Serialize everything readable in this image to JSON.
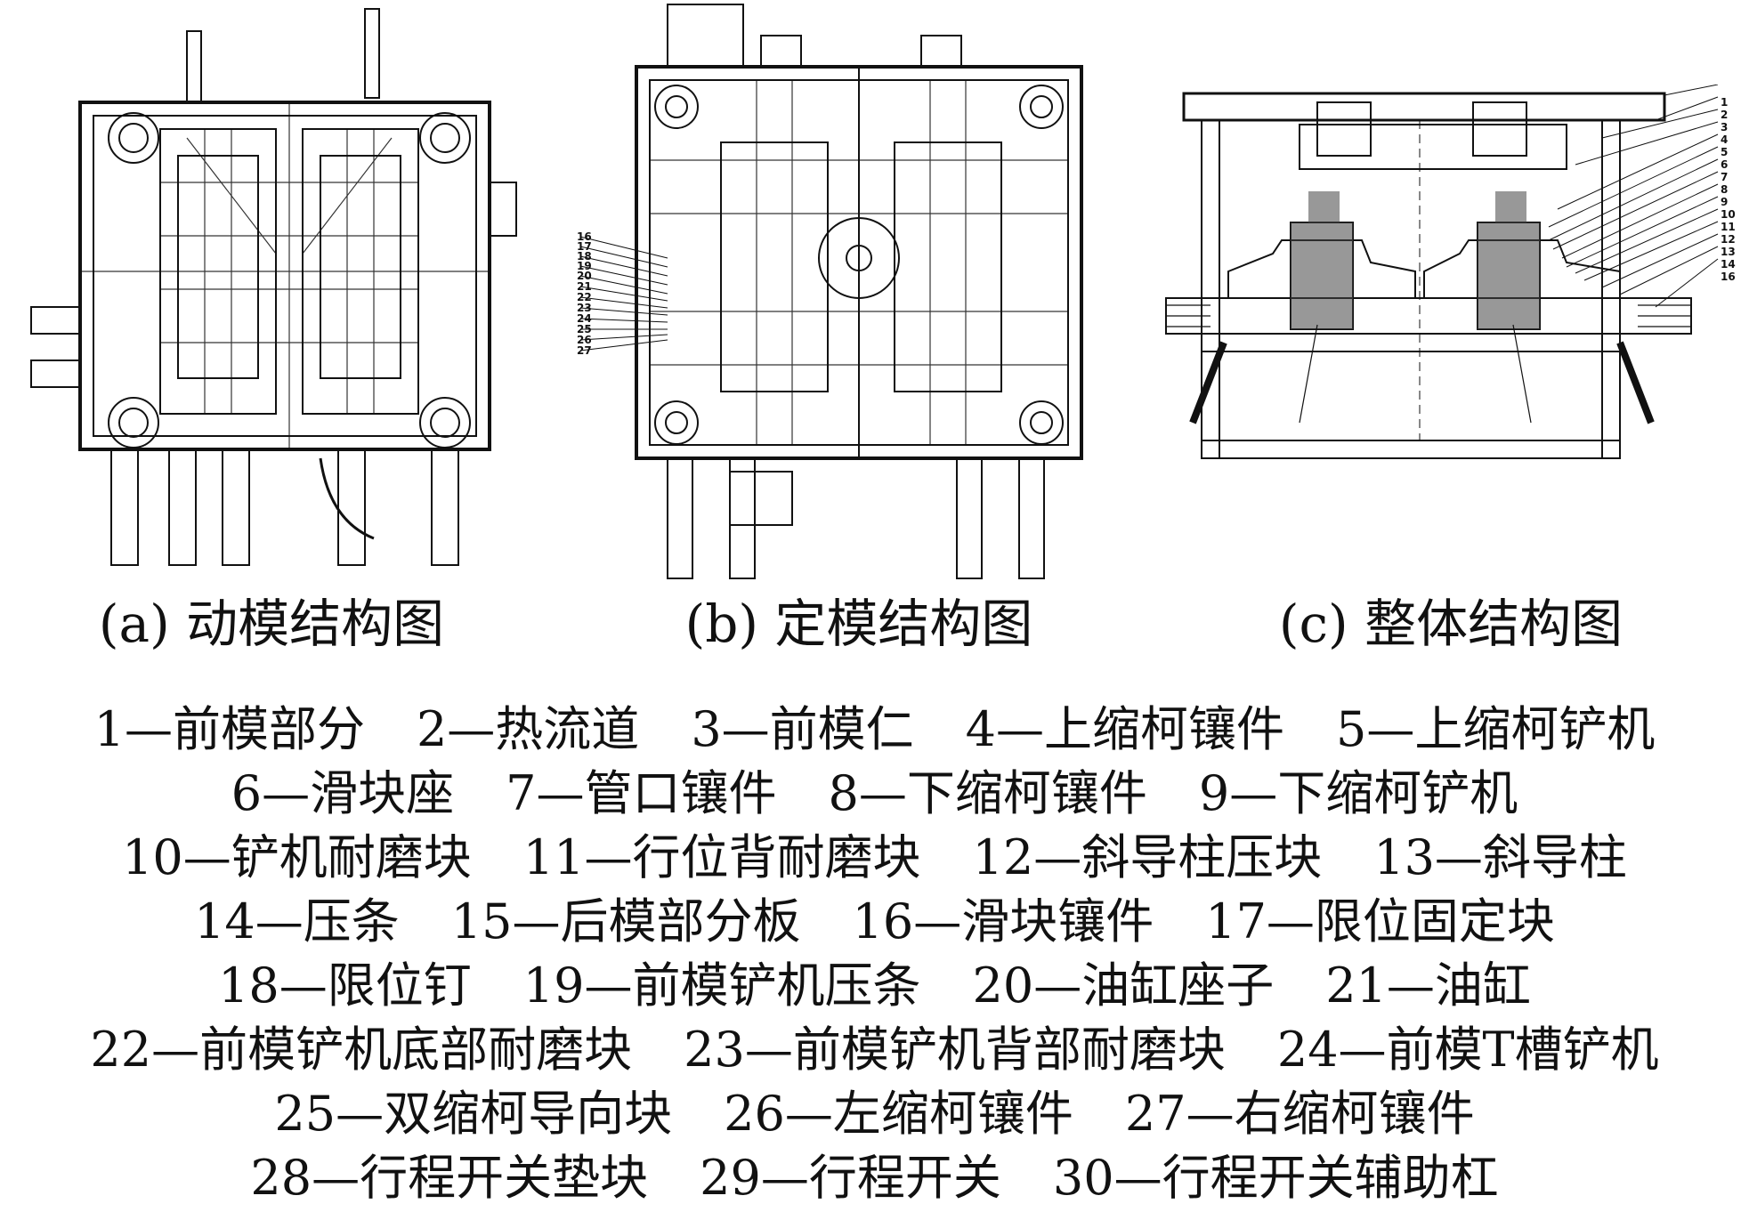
{
  "captions": {
    "a": "(a) 动模结构图",
    "b": "(b) 定模结构图",
    "c": "(c) 整体结构图"
  },
  "callouts_b": [
    "16",
    "17",
    "18",
    "19",
    "20",
    "21",
    "22",
    "23",
    "24",
    "25",
    "26",
    "27"
  ],
  "callouts_c": [
    "1",
    "2",
    "3",
    "4",
    "5",
    "6",
    "7",
    "8",
    "9",
    "10",
    "11",
    "12",
    "13",
    "14",
    "16"
  ],
  "legend_lines": [
    [
      "1—前模部分",
      "2—热流道",
      "3—前模仁",
      "4—上缩柯镶件",
      "5—上缩柯铲机"
    ],
    [
      "6—滑块座",
      "7—管口镶件",
      "8—下缩柯镶件",
      "9—下缩柯铲机"
    ],
    [
      "10—铲机耐磨块",
      "11—行位背耐磨块",
      "12—斜导柱压块",
      "13—斜导柱"
    ],
    [
      "14—压条",
      "15—后模部分板",
      "16—滑块镶件",
      "17—限位固定块"
    ],
    [
      "18—限位钉",
      "19—前模铲机压条",
      "20—油缸座子",
      "21—油缸"
    ],
    [
      "22—前模铲机底部耐磨块",
      "23—前模铲机背部耐磨块",
      "24—前模T槽铲机"
    ],
    [
      "25—双缩柯导向块",
      "26—左缩柯镶件",
      "27—右缩柯镶件"
    ],
    [
      "28—行程开关垫块",
      "29—行程开关",
      "30—行程开关辅助杠"
    ]
  ]
}
